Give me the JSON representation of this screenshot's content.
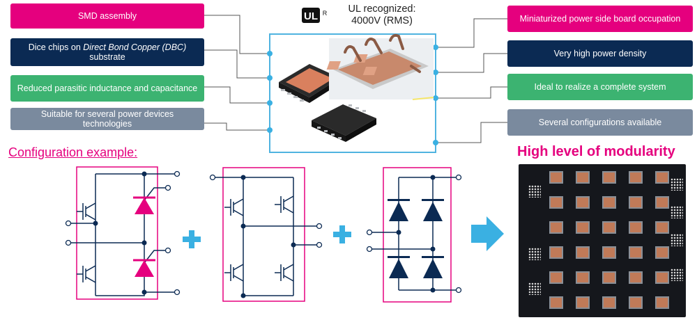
{
  "left_features": [
    {
      "text": "SMD assembly",
      "color": "pink"
    },
    {
      "text_before": "Dice chips on ",
      "text_italic": "Direct Bond Copper (DBC)",
      "text_after": " substrate",
      "color": "navy"
    },
    {
      "text": "Reduced parasitic inductance and capacitance",
      "color": "green"
    },
    {
      "text": "Suitable for several power devices technologies",
      "color": "grey"
    }
  ],
  "right_features": [
    {
      "text": "Miniaturized power side board occupation",
      "color": "pink"
    },
    {
      "text": "Very high power density",
      "color": "navy"
    },
    {
      "text": "Ideal to realize a complete system",
      "color": "green"
    },
    {
      "text": "Several configurations available",
      "color": "grey"
    }
  ],
  "certification": {
    "logo": "ul-logo",
    "line1": "UL recognized:",
    "line2": "4000V (RMS)"
  },
  "config_title": "Configuration example:",
  "modularity_title": "High level of modularity",
  "colors": {
    "pink": "#e5007e",
    "navy": "#0b2a53",
    "green": "#3cb371",
    "grey": "#7a8a9e",
    "accent_blue": "#3ab0e2",
    "circuit_navy": "#0b2a53"
  },
  "circuits": [
    {
      "type": "thyristor-igbt-half-bridge",
      "icon": "thyristor-icon"
    },
    {
      "type": "igbt-dual-leg",
      "icon": "igbt-icon"
    },
    {
      "type": "diode-bridge",
      "icon": "diode-icon"
    }
  ],
  "operators": [
    "plus-icon",
    "plus-icon",
    "arrow-right-icon"
  ]
}
